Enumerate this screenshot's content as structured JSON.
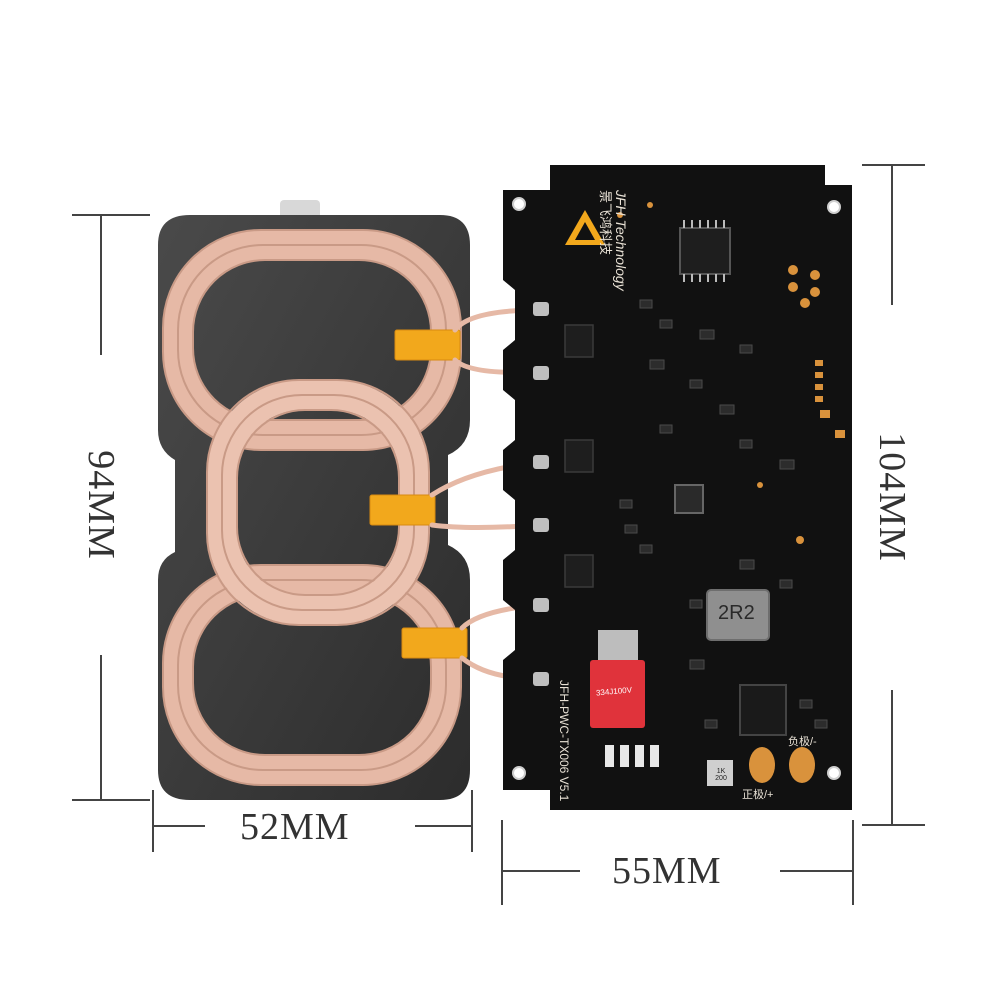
{
  "dimensions": {
    "coil_height": "94MM",
    "coil_width": "52MM",
    "board_height": "104MM",
    "board_width": "55MM"
  },
  "board_silkscreen": {
    "brand_en": "JFH Technology",
    "brand_cn": "景飞鸿科技",
    "model": "JFH-PWC-TX006 V5.1",
    "inductor_marking": "2R2",
    "negative_label": "负极/-",
    "positive_label": "正极/+",
    "capacitor_marking": "334J100V",
    "small_part_marking": "1K 200"
  },
  "colors": {
    "pcb": "#111111",
    "ferrite": "#3a3a3a",
    "copper_coil": "#e6b9a6",
    "kapton_tape": "#f2a81c",
    "pad_gold": "#d9923c",
    "dimension_line": "#444444"
  }
}
